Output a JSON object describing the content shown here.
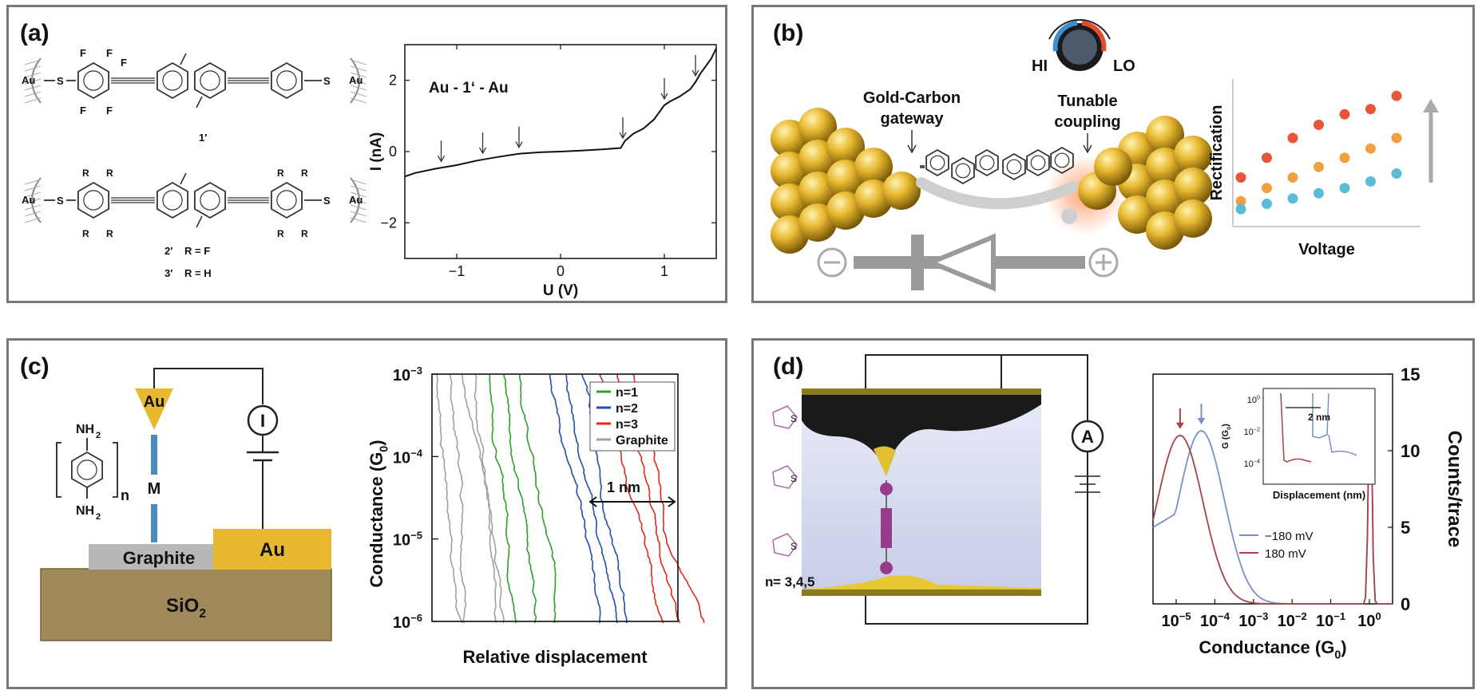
{
  "panel_a": {
    "label": "(a)",
    "mol1_name": "1′",
    "mol2_name": "2′",
    "mol2_r": "R = F",
    "mol3_name": "3′",
    "mol3_r": "R = H",
    "au": "Au",
    "s": "S",
    "f": "F",
    "r": "R",
    "chart_data": {
      "type": "line",
      "title": "Au - 1‘ - Au",
      "xlabel": "U (V)",
      "ylabel": "I (nA)",
      "xlim": [
        -1.5,
        1.5
      ],
      "ylim": [
        -3,
        3
      ],
      "xticks": [
        "−1",
        "0",
        "1"
      ],
      "yticks": [
        "2",
        "0",
        "−2"
      ],
      "x": [
        -1.5,
        -1.4,
        -1.2,
        -1.0,
        -0.8,
        -0.6,
        -0.4,
        -0.2,
        0.0,
        0.2,
        0.4,
        0.58,
        0.62,
        0.7,
        0.8,
        0.9,
        1.0,
        1.05,
        1.15,
        1.25,
        1.3,
        1.35,
        1.4,
        1.45,
        1.5
      ],
      "y": [
        -0.7,
        -0.6,
        -0.48,
        -0.38,
        -0.25,
        -0.15,
        -0.06,
        -0.02,
        0.0,
        0.03,
        0.06,
        0.1,
        0.3,
        0.5,
        0.65,
        0.9,
        1.3,
        1.4,
        1.55,
        1.75,
        1.95,
        2.2,
        2.4,
        2.6,
        2.9
      ],
      "arrows_at_u": [
        -1.15,
        -0.75,
        -0.4,
        0.6,
        1.0,
        1.3
      ]
    }
  },
  "panel_b": {
    "label": "(b)",
    "gateway_line1": "Gold-Carbon",
    "gateway_line2": "gateway",
    "coupling_line1": "Tunable",
    "coupling_line2": "coupling",
    "hi": "HI",
    "lo": "LO",
    "chart_data": {
      "type": "scatter",
      "xlabel": "Voltage",
      "ylabel": "Rectification",
      "series": [
        {
          "color": "#e8553a",
          "x": [
            1,
            2,
            3,
            4,
            5,
            6,
            7
          ],
          "y": [
            0.3,
            0.45,
            0.6,
            0.7,
            0.78,
            0.82,
            0.92
          ]
        },
        {
          "color": "#f0a040",
          "x": [
            1,
            2,
            3,
            4,
            5,
            6,
            7
          ],
          "y": [
            0.12,
            0.22,
            0.3,
            0.38,
            0.45,
            0.52,
            0.6
          ]
        },
        {
          "color": "#5bbcd8",
          "x": [
            1,
            2,
            3,
            4,
            5,
            6,
            7
          ],
          "y": [
            0.06,
            0.1,
            0.14,
            0.18,
            0.22,
            0.27,
            0.33
          ]
        }
      ]
    }
  },
  "panel_c": {
    "label": "(c)",
    "tip": "Au",
    "mol": "M",
    "electrode": "Au",
    "graphite": "Graphite",
    "substrate": "SiO",
    "substrate_sub": "2",
    "current": "I",
    "nh2": "NH",
    "nh2_sub": "2",
    "n": "n",
    "chart_data": {
      "type": "line",
      "xlabel": "Relative displacement",
      "ylabel": "Conductance (G",
      "ylabel_sub": "0",
      "yticks": [
        "10",
        "10",
        "10",
        "10"
      ],
      "ytick_exp": [
        "−3",
        "−4",
        "−5",
        "−6"
      ],
      "scale_bar": "1 nm",
      "legend": [
        {
          "name": "n=1",
          "color": "#2ea02e"
        },
        {
          "name": "n=2",
          "color": "#1f4fb4"
        },
        {
          "name": "n=3",
          "color": "#e0281e"
        },
        {
          "name": "Graphite",
          "color": "#a0a0a0"
        }
      ]
    }
  },
  "panel_d": {
    "label": "(d)",
    "ammeter": "A",
    "n_label": "n",
    "n_values": " = 3,4,5",
    "s": "S",
    "chart_data": {
      "type": "line",
      "xlabel": "Conductance (G",
      "xlabel_sub": "0",
      "ylabel": "Counts/trace",
      "yticks": [
        "15",
        "10",
        "5",
        "0"
      ],
      "xticks_exp": [
        "−5",
        "−4",
        "−3",
        "−2",
        "−1",
        "0"
      ],
      "xtick_base": "10",
      "series": [
        {
          "name": "−180 mV",
          "color": "#7b8fc8",
          "peak_log_g": -4.35,
          "peak_counts": 11.3
        },
        {
          "name": "180 mV",
          "color": "#a8424a",
          "peak_log_g": -4.9,
          "peak_counts": 11.0
        }
      ],
      "inset": {
        "ylabel": "G (G",
        "ylabel_sub": "0",
        "xlabel": "Displacement (nm)",
        "yticks_exp": [
          "0",
          "−2",
          "−4"
        ],
        "scale": "2 nm"
      }
    }
  }
}
